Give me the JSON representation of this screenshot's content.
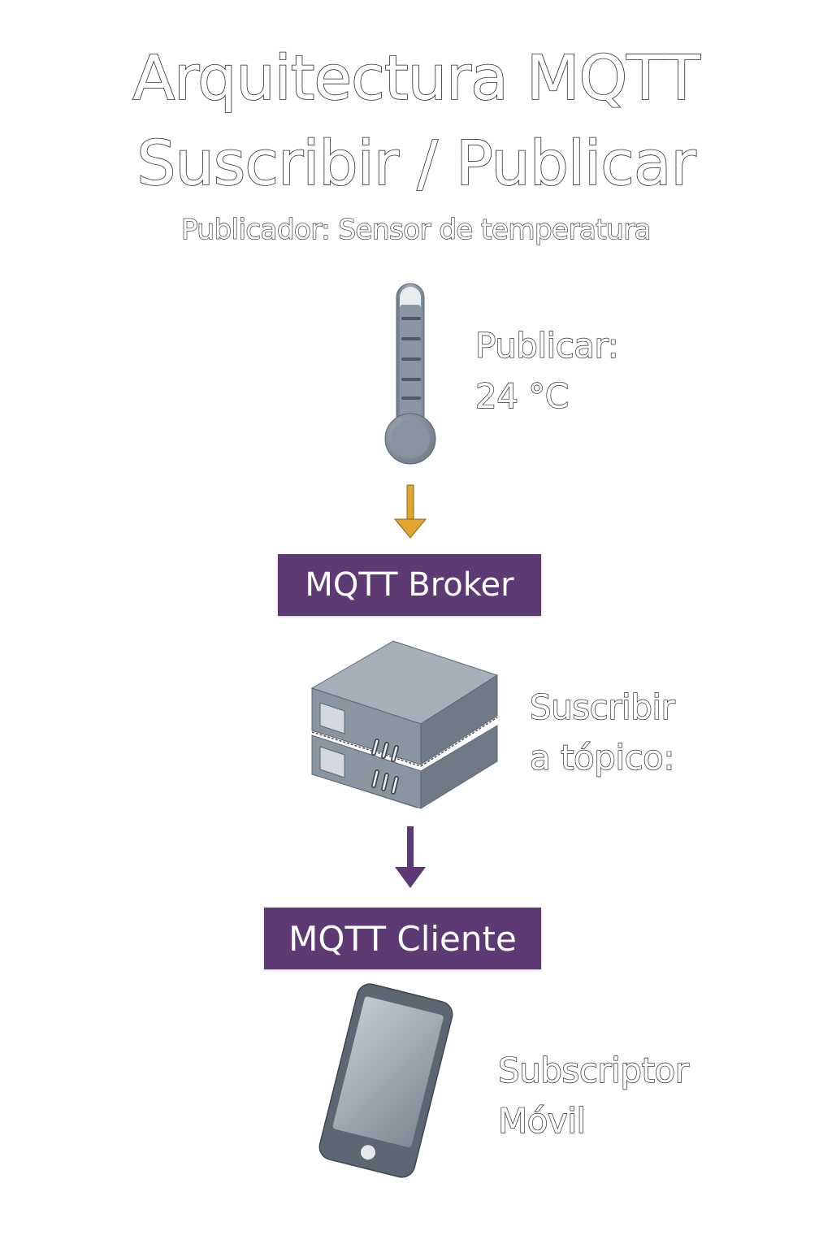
{
  "title": {
    "line1": "Arquitectura MQTT",
    "line2": "Suscribir / Publicar"
  },
  "subtitle": "Publicador: Sensor de temperatura",
  "publisher": {
    "icon": "thermometer-icon",
    "label_line1": "Publicar:",
    "label_line2": "24 °C"
  },
  "broker": {
    "label": "MQTT Broker",
    "icon": "server-icon",
    "note_line1": "Suscribir",
    "note_line2": "a tópico:"
  },
  "client": {
    "label": "MQTT Cliente",
    "icon": "smartphone-icon",
    "note_line1": "Subscriptor",
    "note_line2": "Móvil"
  },
  "colors": {
    "box_fill": "#5e3a74",
    "arrow_publish": "#e0a530",
    "arrow_deliver": "#5e3a74",
    "device_gray": "#8e98a4"
  }
}
